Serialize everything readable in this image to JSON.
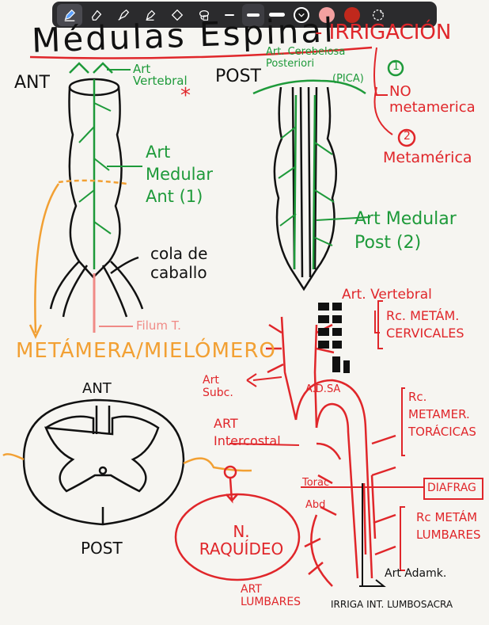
{
  "toolbar": {
    "tools": [
      "pen-icon",
      "eraser-icon",
      "highlighter-icon",
      "marker-icon",
      "shape-icon",
      "lasso-icon"
    ],
    "colors": [
      "#1b1b1b",
      "#f3a0a0",
      "#c0281c"
    ]
  },
  "notes": {
    "title": "Médulas Espinal",
    "irrigacion": "- IRRIGACIÓN",
    "ant_label": "ANT",
    "post_label": "POST",
    "art_vertebral": "Art Vertebral",
    "art_cerebelosa": "Art. Cerebelosa Posteriori",
    "pica": "(PICA)",
    "star": "*",
    "no_metamerica_num": "1",
    "no_metamerica": "NO metamerica",
    "metamerica_num": "2",
    "metamerica": "Metamérica",
    "art_medular_ant": "Art Medular Ant (1)",
    "art_medular_post": "Art Medular Post (2)",
    "cola_de_caballo": "cola de caballo",
    "filum": "Filum T.",
    "metamera": "METÁMERA/MIELÓMERO",
    "cross_ant": "ANT",
    "cross_post": "POST",
    "n_raquideo": "N. RAQUÍDEO",
    "art_vertebral_2": "Art. Vertebral",
    "rc_metam_cervicales": "Rc. METÁM. CERVICALES",
    "art_subc": "Art Subc.",
    "arco_aorta": "A.D.SA",
    "art_intercostal": "ART Intercostal",
    "rc_metam_toracicas": "Rc. METAMER. TORÁCICAS",
    "torac": "Torac",
    "abd": "Abd",
    "diafrag": "DIAFRAG",
    "rc_metam_lumbares": "Rc METÁM LUMBARES",
    "art_adamk": "Art Adamk.",
    "art_lumbares": "ART LUMBARES",
    "irriga": "IRRIGA INT. LUMBOSACRA"
  }
}
